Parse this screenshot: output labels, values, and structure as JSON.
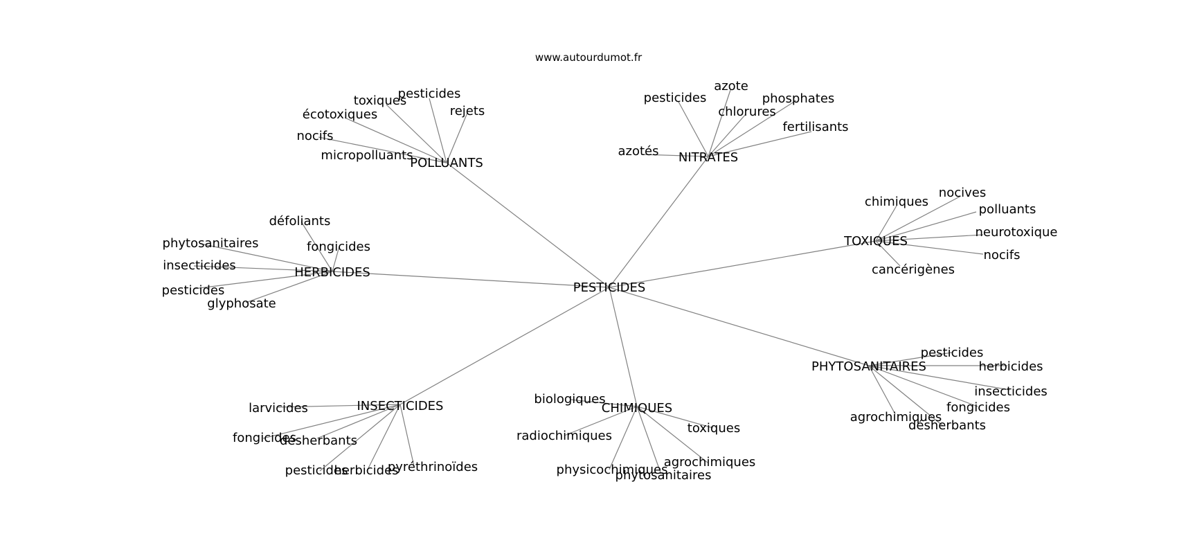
{
  "credit": "www.autourdumot.fr",
  "root": "PESTICIDES",
  "hubs": [
    {
      "label": "POLLUANTS",
      "leaves": [
        "rejets",
        "pesticides",
        "toxiques",
        "écotoxiques",
        "nocifs",
        "micropolluants"
      ]
    },
    {
      "label": "NITRATES",
      "leaves": [
        "azote",
        "pesticides",
        "phosphates",
        "chlorures",
        "fertilisants",
        "azotés"
      ]
    },
    {
      "label": "TOXIQUES",
      "leaves": [
        "chimiques",
        "nocives",
        "polluants",
        "neurotoxique",
        "nocifs",
        "cancérigènes"
      ]
    },
    {
      "label": "HERBICIDES",
      "leaves": [
        "défoliants",
        "fongicides",
        "phytosanitaires",
        "insecticides",
        "pesticides",
        "glyphosate"
      ]
    },
    {
      "label": "PHYTOSANITAIRES",
      "leaves": [
        "pesticides",
        "herbicides",
        "insecticides",
        "fongicides",
        "désherbants",
        "agrochimiques"
      ]
    },
    {
      "label": "INSECTICIDES",
      "leaves": [
        "larvicides",
        "fongicides",
        "désherbants",
        "pesticides",
        "herbicides",
        "pyréthrinoïdes"
      ]
    },
    {
      "label": "CHIMIQUES",
      "leaves": [
        "biologiques",
        "radiochimiques",
        "toxiques",
        "agrochimiques",
        "physicochimiques",
        "phytosanitaires"
      ]
    }
  ]
}
